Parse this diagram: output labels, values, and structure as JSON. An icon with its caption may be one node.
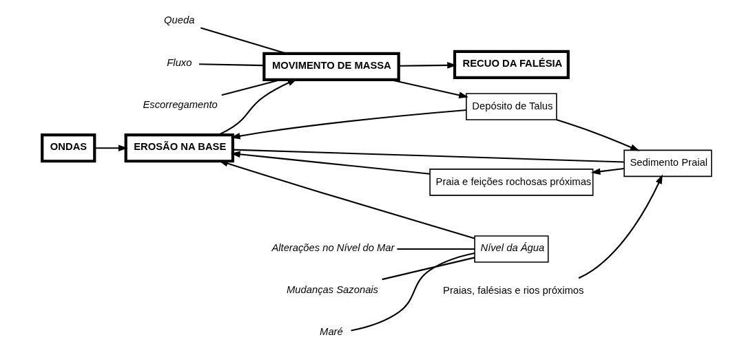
{
  "diagram": {
    "nodes": [
      {
        "text": [
          "ONDAS"
        ]
      },
      {
        "text": [
          "EROSÃO NA BASE"
        ]
      },
      {
        "text": [
          "MOVIMENTO DE MASSA"
        ]
      },
      {
        "text": [
          "RECUO DA FALÉSIA"
        ]
      },
      {
        "text": [
          "Nível da Água"
        ]
      },
      {
        "text": [
          "Alterações no Nível do Mar"
        ]
      },
      {
        "text": [
          "Mudanças Sazonais"
        ]
      },
      {
        "text": [
          "Maré"
        ]
      },
      {
        "text": [
          "Queda"
        ]
      },
      {
        "text": [
          "Fluxo"
        ]
      },
      {
        "text": [
          "Escorregamento"
        ]
      },
      {
        "text": [
          "Praia e feições rochosas próximas"
        ]
      },
      {
        "text": [
          "Depósito de Talus"
        ]
      },
      {
        "text": [
          "Sedimento Praial"
        ]
      },
      {
        "text": [
          "Praias, falésias e rios próximos"
        ]
      }
    ],
    "edges": [
      {
        "from": 0,
        "to": 1,
        "arrow": "to"
      },
      {
        "from": 1,
        "to": 2,
        "arrow": "to"
      },
      {
        "from": 2,
        "to": 3,
        "arrow": "to"
      },
      {
        "from": 5,
        "to": 4,
        "arrow": "none"
      },
      {
        "from": 6,
        "to": 4,
        "arrow": "none"
      },
      {
        "from": 7,
        "to": 4,
        "arrow": "none"
      },
      {
        "from": 4,
        "to": 1,
        "arrow": "to"
      },
      {
        "from": 8,
        "to": 2,
        "arrow": "none"
      },
      {
        "from": 9,
        "to": 2,
        "arrow": "none"
      },
      {
        "from": 10,
        "to": 2,
        "arrow": "none"
      },
      {
        "from": 11,
        "to": 1,
        "arrow": "to"
      },
      {
        "from": 12,
        "to": 1,
        "arrow": "to"
      },
      {
        "from": 2,
        "to": 12,
        "arrow": "to"
      },
      {
        "from": 1,
        "to": 13,
        "arrow": "none"
      },
      {
        "from": 12,
        "to": 13,
        "arrow": "to"
      },
      {
        "from": 13,
        "to": 11,
        "arrow": "to"
      },
      {
        "from": 14,
        "to": 13,
        "arrow": "to"
      }
    ]
  }
}
